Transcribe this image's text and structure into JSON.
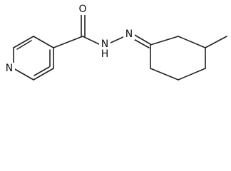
{
  "diagram": {
    "atoms": {
      "oxygen": "O",
      "hydrazide_nh": "N",
      "hydrazide_h": "H",
      "imine_n": "N",
      "pyridine_n": "N"
    },
    "colors": {
      "bond": "#222222",
      "label": "#111111",
      "background": "#ffffff"
    }
  }
}
